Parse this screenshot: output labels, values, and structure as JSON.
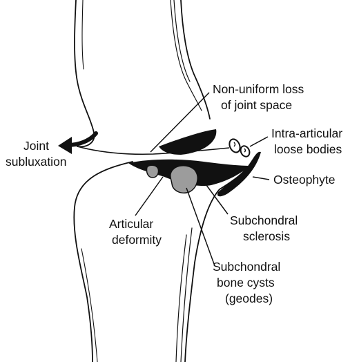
{
  "labels": {
    "joint_space_line1": "Non-uniform loss",
    "joint_space_line2": "of joint space",
    "loose_bodies_line1": "Intra-articular",
    "loose_bodies_line2": "loose bodies",
    "subluxation_line1": "Joint",
    "subluxation_line2": "subluxation",
    "osteophyte": "Osteophyte",
    "deformity_line1": "Articular",
    "deformity_line2": "deformity",
    "sclerosis_line1": "Subchondral",
    "sclerosis_line2": "sclerosis",
    "cysts_line1": "Subchondral",
    "cysts_line2": "bone cysts",
    "cysts_line3": "(geodes)"
  },
  "colors": {
    "ink": "#111111",
    "cyst_fill": "#9c9c9c",
    "background": "#ffffff"
  }
}
